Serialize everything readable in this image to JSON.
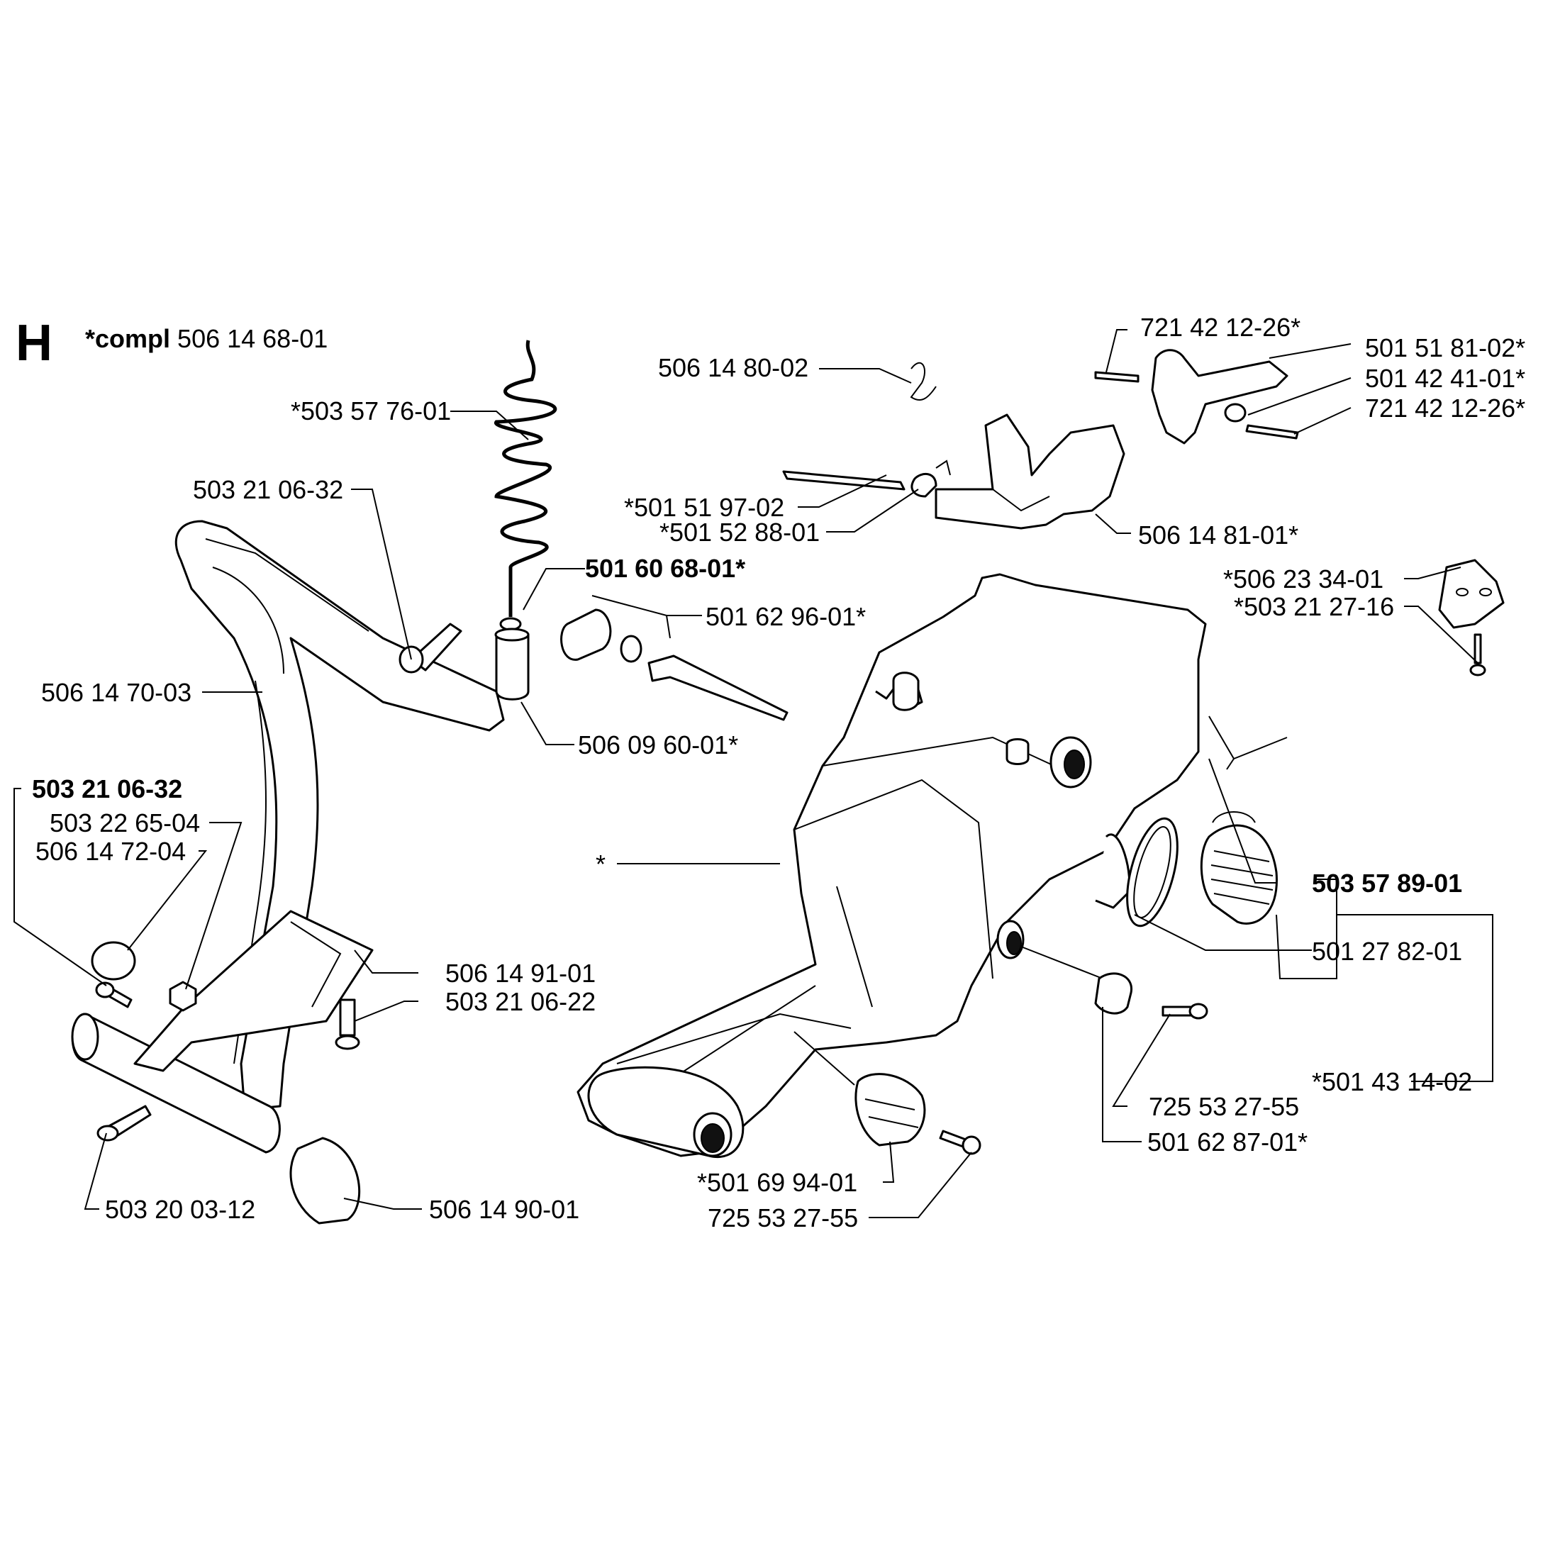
{
  "section": "H",
  "compl": {
    "prefix": "*compl",
    "number": "506 14 68-01"
  },
  "labels": {
    "l01": "721 42 12-26*",
    "l02": "501 51 81-02*",
    "l03": "506 14 80-02",
    "l04": "501 42 41-01*",
    "l05": "721 42 12-26*",
    "l06": "*503 57 76-01",
    "l07": "503 21 06-32",
    "l08": "*501 51 97-02",
    "l09": "*501 52 88-01",
    "l10": "506 14 81-01*",
    "l11": "501 60 68-01*",
    "l12": "*506 23 34-01",
    "l13": "*503 21 27-16",
    "l14": "501 62 96-01*",
    "l15": "506 14 70-03",
    "l16": "506 09 60-01*",
    "l17": "503 21 06-32",
    "l18": "503 22 65-04",
    "l19": "506 14 72-04",
    "l20": "*",
    "l21": "503 57 89-01",
    "l22": "501 27 82-01",
    "l23": "506 14 91-01",
    "l24": "503 21 06-22",
    "l25": "*501 43 14-02",
    "l26": "725 53 27-55",
    "l27": "501 62 87-01*",
    "l28": "*501 69 94-01",
    "l29": "725 53 27-55",
    "l30": "503 20 03-12",
    "l31": "506 14 90-01"
  }
}
